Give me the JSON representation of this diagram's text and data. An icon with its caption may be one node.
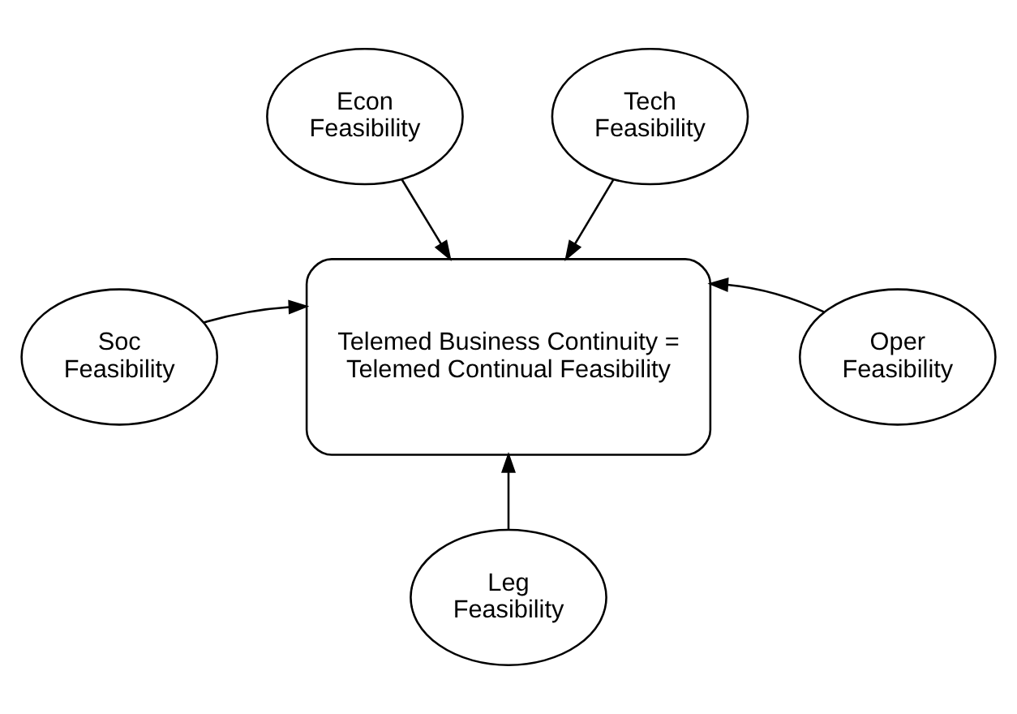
{
  "diagram": {
    "nodes": [
      {
        "text": [
          "Econ Feasibility"
        ]
      },
      {
        "text": [
          "Tech Feasibility"
        ]
      },
      {
        "text": [
          "Soc Feasibility"
        ]
      },
      {
        "text": [
          "Telemed Business Continuity = Telemed Continual Feasibility"
        ]
      },
      {
        "text": [
          "Oper Feasibility"
        ]
      },
      {
        "text": [
          "Leg Feasibility"
        ]
      }
    ],
    "edges": [
      {
        "from": 0,
        "to": 3,
        "arrow": "to"
      },
      {
        "from": 1,
        "to": 3,
        "arrow": "to"
      },
      {
        "from": 2,
        "to": 3,
        "arrow": "to"
      },
      {
        "from": 4,
        "to": 3,
        "arrow": "to"
      },
      {
        "from": 5,
        "to": 3,
        "arrow": "to"
      }
    ]
  }
}
